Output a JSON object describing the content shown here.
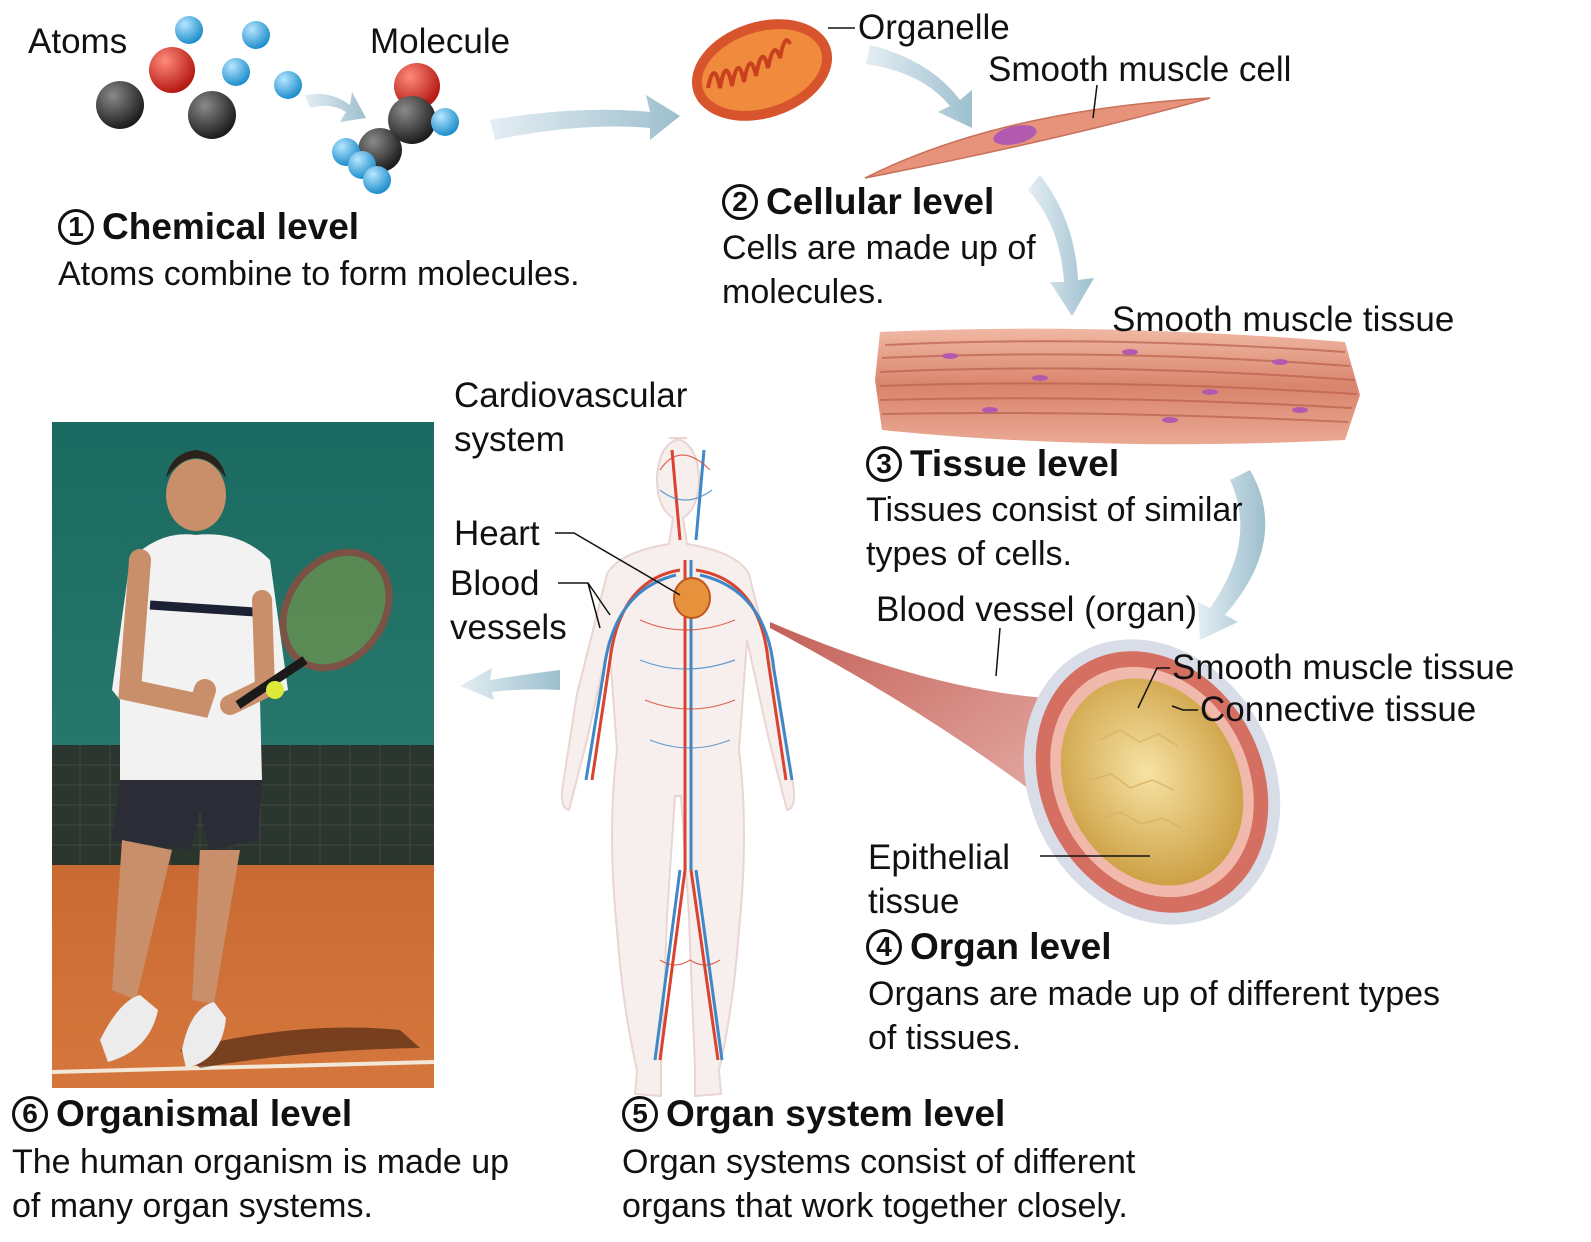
{
  "levels": [
    {
      "number": "1",
      "title": "Chemical level",
      "description": "Atoms combine to form molecules."
    },
    {
      "number": "2",
      "title": "Cellular level",
      "description_lines": [
        "Cells are made up of",
        "molecules."
      ]
    },
    {
      "number": "3",
      "title": "Tissue level",
      "description_lines": [
        "Tissues consist of similar",
        "types of cells."
      ]
    },
    {
      "number": "4",
      "title": "Organ level",
      "description_lines": [
        "Organs are made up of different types",
        "of tissues."
      ]
    },
    {
      "number": "5",
      "title": "Organ system level",
      "description_lines": [
        "Organ systems consist of different",
        "organs that work together closely."
      ]
    },
    {
      "number": "6",
      "title": "Organismal level",
      "description_lines": [
        "The human organism is made up",
        "of many organ systems."
      ]
    }
  ],
  "labels": {
    "atoms": "Atoms",
    "molecule": "Molecule",
    "organelle": "Organelle",
    "smooth_muscle_cell": "Smooth muscle cell",
    "smooth_muscle_tissue": "Smooth muscle tissue",
    "blood_vessel_organ": "Blood vessel (organ)",
    "smooth_muscle_tissue_2": "Smooth muscle tissue",
    "connective_tissue": "Connective tissue",
    "epithelial_tissue": [
      "Epithelial",
      "tissue"
    ],
    "cardiovascular_system": [
      "Cardiovascular",
      "system"
    ],
    "heart": "Heart",
    "blood_vessels": [
      "Blood",
      "vessels"
    ]
  },
  "colors": {
    "arrow": "#a9c6d3",
    "atom_black": "#2b2b2b",
    "atom_red": "#d42a22",
    "atom_blue": "#35a8de",
    "muscle": "#e39a86",
    "vessel_outer": "#d98b80",
    "vessel_lumen": "#e8c36a",
    "artery": "#d9432f",
    "vein": "#3f87c7",
    "court_wall": "#1f6b61",
    "court_clay": "#c8632a"
  },
  "icons": {
    "atoms": "atoms-cluster",
    "molecule": "molecule-model",
    "organelle": "mitochondrion",
    "cell": "smooth-muscle-cell",
    "tissue": "smooth-muscle-tissue",
    "organ": "blood-vessel-cross-section",
    "organ_system": "human-cardiovascular-system",
    "organism": "tennis-player-photo"
  }
}
